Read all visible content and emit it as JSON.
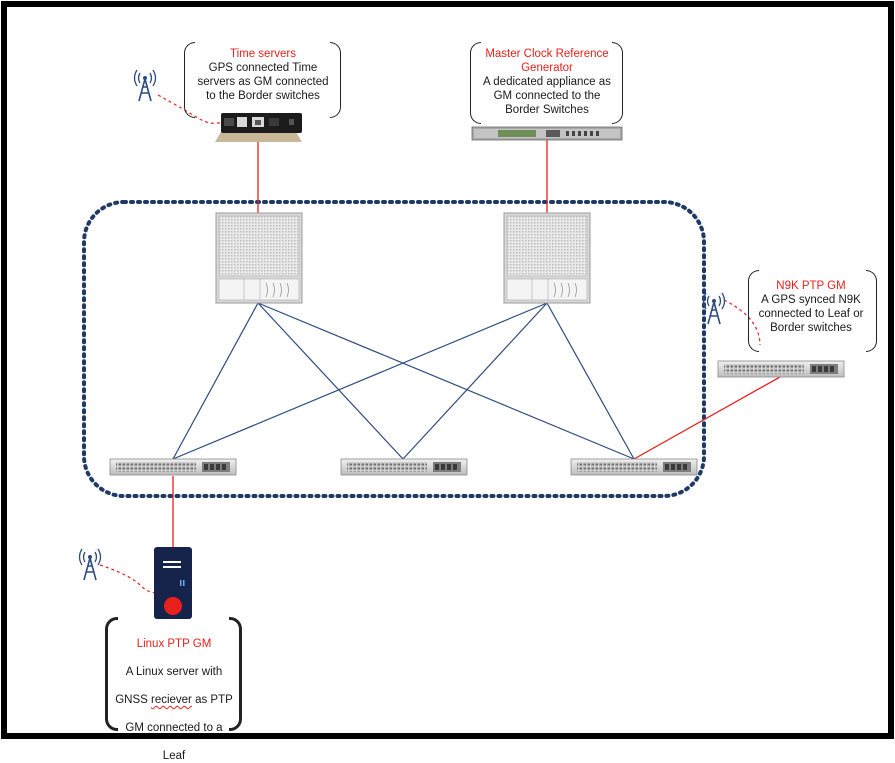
{
  "callouts": {
    "time_servers": {
      "title": "Time servers",
      "body": "GPS connected Time\nservers as GM connected\nto the Border switches"
    },
    "master_clock": {
      "title": "Master Clock Reference\nGenerator",
      "body": "A dedicated appliance as\nGM connected to the\nBorder Switches"
    },
    "n9k": {
      "title": "N9K PTP GM",
      "body": "A GPS synced N9K\nconnected to Leaf or\nBorder switches"
    },
    "linux": {
      "title": "Linux PTP GM",
      "body_line1": "A Linux server with",
      "body_line2_a": "GNSS ",
      "body_line2_b": "reciever",
      "body_line2_c": " as PTP",
      "body_line3": "GM connected to a",
      "body_line4": "Leaf"
    }
  },
  "icons": {
    "antenna": "gps-antenna-icon",
    "time_server": "time-server-appliance-icon",
    "master_clock": "rack-clock-appliance-icon",
    "border_switch": "chassis-switch-icon",
    "leaf_switch": "leaf-switch-icon",
    "linux_server": "tower-server-icon"
  },
  "colors": {
    "red_link": "#e8211d",
    "fabric_link": "#2c4b7e",
    "fabric_border": "#1f3a66",
    "title_red": "#e8211d",
    "frame": "#000000"
  }
}
